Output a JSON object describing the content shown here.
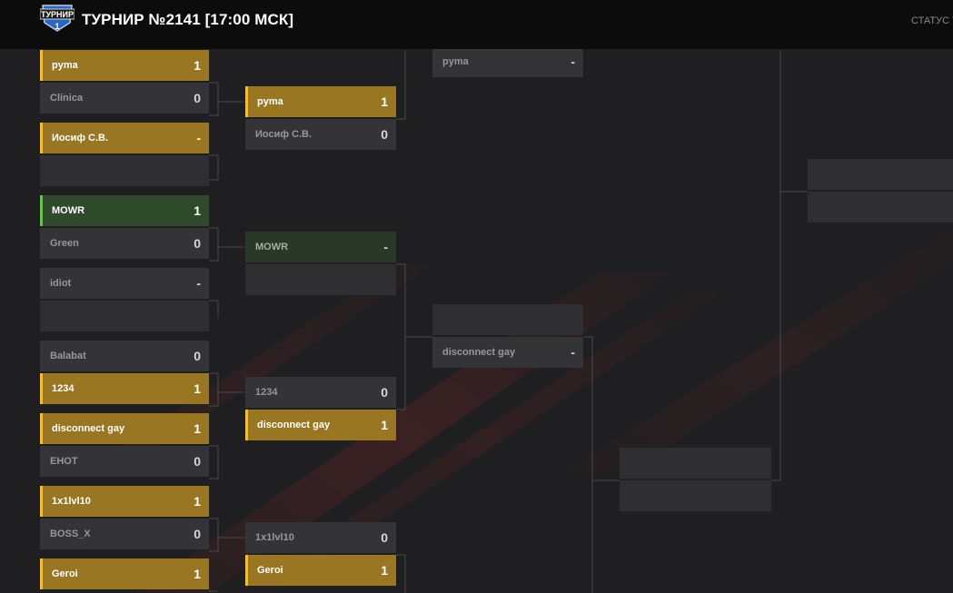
{
  "header": {
    "logo_text": "ТУРНИР",
    "logo_number": "1",
    "title": "ТУРНИР №2141 [17:00 МСК]",
    "status": "СТАТУС ТУ"
  },
  "colors": {
    "background": "#1f1f21",
    "slot": "#343436",
    "winner_gold": "#987622",
    "winner_gold_accent": "#f1bd3b",
    "winner_green": "#2f4a2a",
    "winner_green_accent": "#6bc14f",
    "connector": "#4a4a4c"
  },
  "bracket": {
    "round1": [
      {
        "name": "pyma",
        "score": "1",
        "state": "win"
      },
      {
        "name": "Clínica",
        "score": "0",
        "state": "normal"
      },
      {
        "name": "Иосиф С.В.",
        "score": "-",
        "state": "win"
      },
      {
        "name": "",
        "score": "",
        "state": "empty"
      },
      {
        "name": "MOWR",
        "score": "1",
        "state": "win-green"
      },
      {
        "name": "Green",
        "score": "0",
        "state": "normal"
      },
      {
        "name": "idiot",
        "score": "-",
        "state": "normal"
      },
      {
        "name": "",
        "score": "",
        "state": "empty"
      },
      {
        "name": "Balabat",
        "score": "0",
        "state": "normal"
      },
      {
        "name": "1234",
        "score": "1",
        "state": "win"
      },
      {
        "name": "disconnect gay",
        "score": "1",
        "state": "win"
      },
      {
        "name": "EHOT",
        "score": "0",
        "state": "normal"
      },
      {
        "name": "1x1lvl10",
        "score": "1",
        "state": "win"
      },
      {
        "name": "BOSS_X",
        "score": "0",
        "state": "normal"
      },
      {
        "name": "Geroi",
        "score": "1",
        "state": "win"
      }
    ],
    "round2": [
      {
        "name": "pyma",
        "score": "1",
        "state": "win"
      },
      {
        "name": "Иосиф С.В.",
        "score": "0",
        "state": "normal"
      },
      {
        "name": "MOWR",
        "score": "-",
        "state": "faded-green"
      },
      {
        "name": "",
        "score": "",
        "state": "empty"
      },
      {
        "name": "1234",
        "score": "0",
        "state": "normal"
      },
      {
        "name": "disconnect gay",
        "score": "1",
        "state": "win"
      },
      {
        "name": "1x1lvl10",
        "score": "0",
        "state": "normal"
      },
      {
        "name": "Geroi",
        "score": "1",
        "state": "win"
      }
    ],
    "round3": [
      {
        "name": "pyma",
        "score": "-",
        "state": "normal"
      },
      {
        "name": "",
        "score": "",
        "state": "empty"
      },
      {
        "name": "disconnect gay",
        "score": "-",
        "state": "normal"
      }
    ],
    "round4": [
      {
        "name": "",
        "score": "",
        "state": "empty"
      },
      {
        "name": "",
        "score": "",
        "state": "empty"
      }
    ],
    "round5": [
      {
        "name": "",
        "score": "",
        "state": "empty"
      },
      {
        "name": "",
        "score": "",
        "state": "empty"
      }
    ]
  }
}
